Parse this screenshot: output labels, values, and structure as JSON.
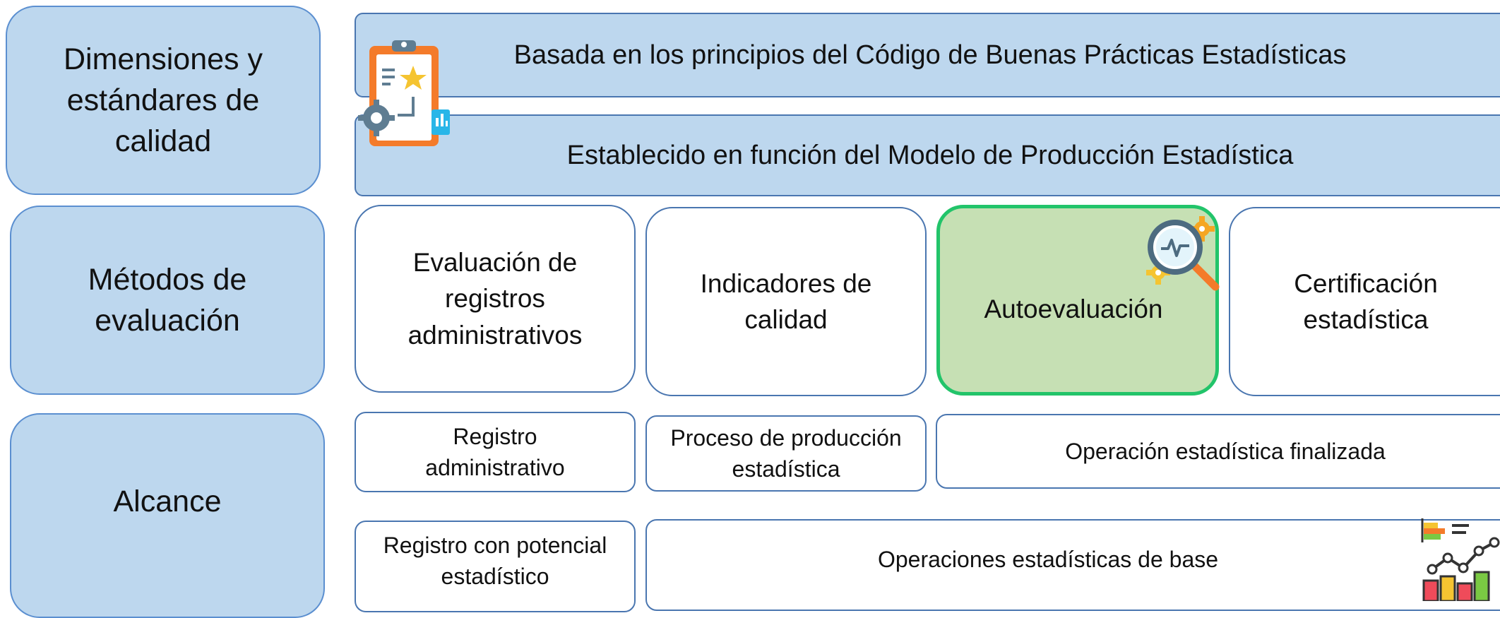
{
  "categories": {
    "dimensions": "Dimensiones y\nestándares de\ncalidad",
    "methods": "Métodos de\nevaluación",
    "scope": "Alcance"
  },
  "dimensions": {
    "principles": "Basada en los principios del Código de Buenas Prácticas Estadísticas",
    "model": "Establecido en función del Modelo de Producción Estadística"
  },
  "methods": [
    "Evaluación de\nregistros\nadministrativos",
    "Indicadores de\ncalidad",
    "Autoevaluación",
    "Certificación\nestadística"
  ],
  "scope": {
    "admin_record": "Registro\nadministrativo",
    "production_process": "Proceso de producción\nestadística",
    "finished_operation": "Operación estadística finalizada",
    "potential_record": "Registro con potencial\nestadístico",
    "base_operations": "Operaciones estadísticas de base"
  },
  "icons": {
    "clipboard": "clipboard-quality-icon",
    "magnifier": "magnifier-gear-icon",
    "analytics": "analytics-chart-icon"
  },
  "colors": {
    "category_fill": "#bdd7ee",
    "border": "#4a76b0",
    "highlight_fill": "#c6e0b4",
    "highlight_border": "#22c46a"
  }
}
